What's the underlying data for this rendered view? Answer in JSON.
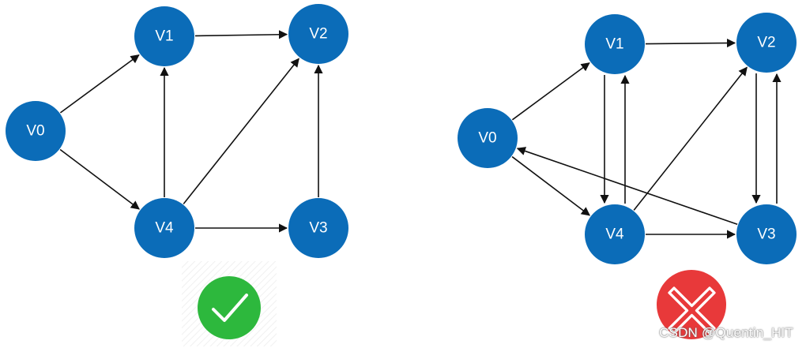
{
  "node_color": "#0b6cb8",
  "edge_color": "#111111",
  "check_color": "#2db83d",
  "cross_color": "#e8393a",
  "valid_graph": {
    "status_icon": "check-mark-icon",
    "nodes": [
      {
        "id": "V0",
        "label": "V0"
      },
      {
        "id": "V1",
        "label": "V1"
      },
      {
        "id": "V2",
        "label": "V2"
      },
      {
        "id": "V3",
        "label": "V3"
      },
      {
        "id": "V4",
        "label": "V4"
      }
    ],
    "edges": [
      {
        "from": "V0",
        "to": "V1"
      },
      {
        "from": "V0",
        "to": "V4"
      },
      {
        "from": "V1",
        "to": "V2"
      },
      {
        "from": "V4",
        "to": "V1"
      },
      {
        "from": "V4",
        "to": "V2"
      },
      {
        "from": "V4",
        "to": "V3"
      },
      {
        "from": "V3",
        "to": "V2"
      }
    ]
  },
  "invalid_graph": {
    "status_icon": "cross-mark-icon",
    "nodes": [
      {
        "id": "V0",
        "label": "V0"
      },
      {
        "id": "V1",
        "label": "V1"
      },
      {
        "id": "V2",
        "label": "V2"
      },
      {
        "id": "V3",
        "label": "V3"
      },
      {
        "id": "V4",
        "label": "V4"
      }
    ],
    "edges": [
      {
        "from": "V0",
        "to": "V1"
      },
      {
        "from": "V0",
        "to": "V4"
      },
      {
        "from": "V1",
        "to": "V2"
      },
      {
        "from": "V1",
        "to": "V4"
      },
      {
        "from": "V4",
        "to": "V1"
      },
      {
        "from": "V2",
        "to": "V3"
      },
      {
        "from": "V3",
        "to": "V2"
      },
      {
        "from": "V4",
        "to": "V2"
      },
      {
        "from": "V4",
        "to": "V3"
      },
      {
        "from": "V3",
        "to": "V0"
      }
    ]
  },
  "watermark": "CSDN @Quentin_HIT"
}
